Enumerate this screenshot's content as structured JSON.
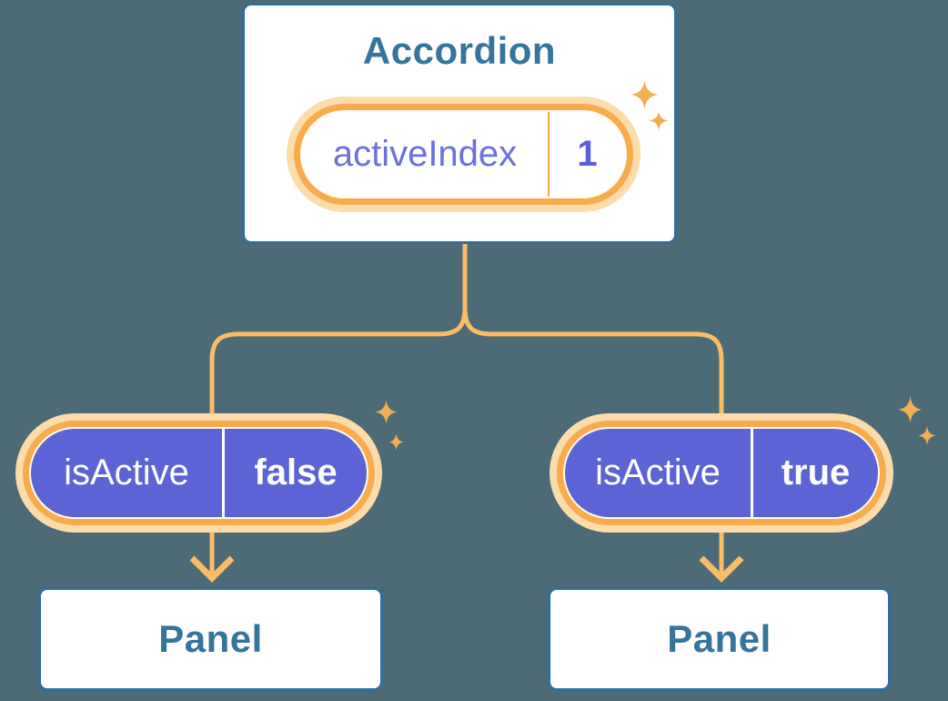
{
  "background_color": "#4d6a77",
  "palette": {
    "card_border_blue": "#2e6f9e",
    "card_text_blue": "#35749b",
    "connector_orange": "#f9bd68",
    "pill_ring_orange": "#f8ab4c",
    "pill_halo_peach": "#fcdca8",
    "pill_purple": "#5c63d4",
    "state_label_purple": "#6b70dc",
    "state_value_purple": "#5b60d6",
    "sparkle_orange": "#f2ae52",
    "pill_text_white": "#ffffff"
  },
  "accordion": {
    "title": "Accordion",
    "state": {
      "name": "activeIndex",
      "value": "1"
    }
  },
  "children": [
    {
      "prop": {
        "name": "isActive",
        "value": "false"
      },
      "panel_title": "Panel"
    },
    {
      "prop": {
        "name": "isActive",
        "value": "true"
      },
      "panel_title": "Panel"
    }
  ],
  "icons": [
    "sparkle-icon",
    "arrow-down-icon"
  ]
}
